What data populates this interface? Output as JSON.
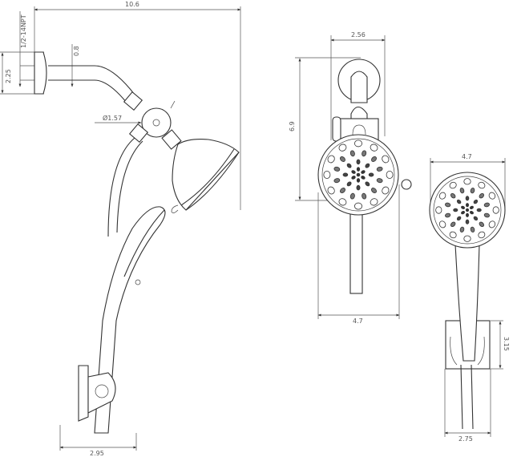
{
  "drawing": {
    "side_view": {
      "overall_width": "10.6",
      "thread": "1/2-14NPT",
      "flange_diameter": "2.25",
      "arm_diameter": "0.8",
      "ball_diameter": "Ø1.57",
      "bracket_width": "2.95"
    },
    "front_view": {
      "width_top": "2.56",
      "height": "6.9",
      "head_width": "4.7"
    },
    "handheld_view": {
      "head_width": "4.7",
      "bracket_height": "3.15",
      "bracket_width": "2.75"
    }
  }
}
